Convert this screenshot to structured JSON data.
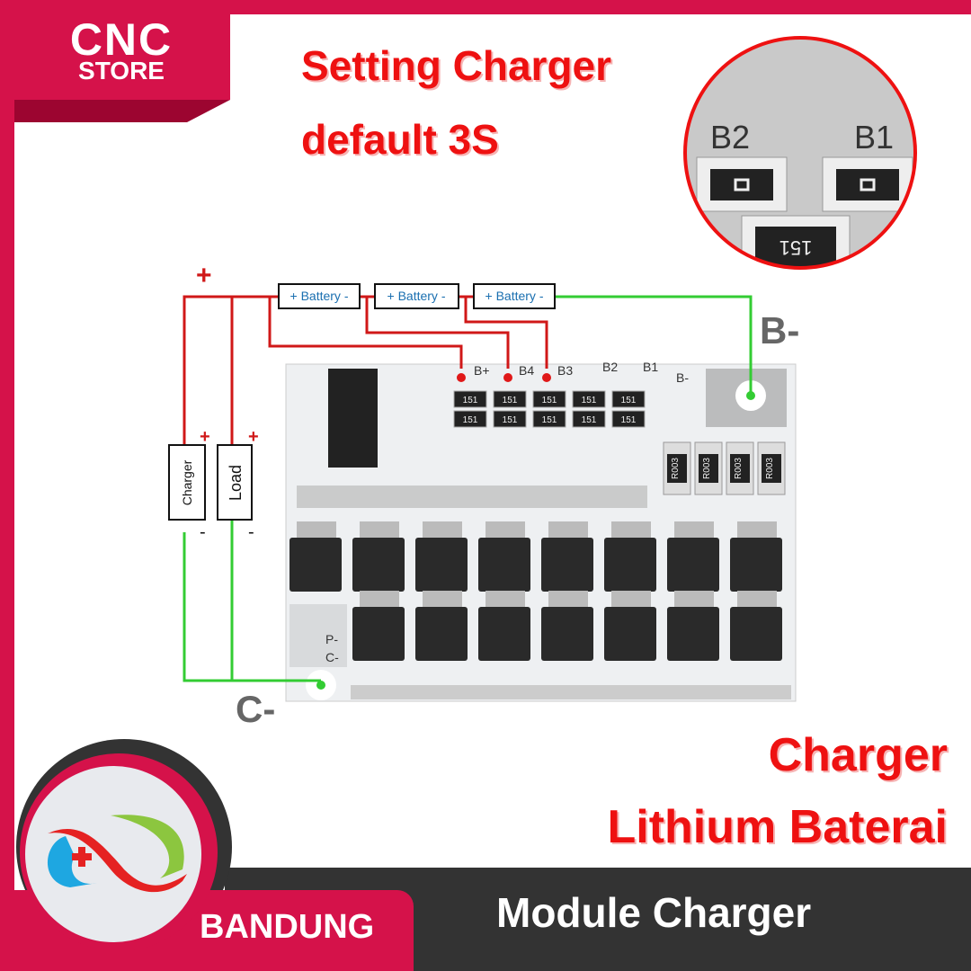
{
  "brand": {
    "line1": "CNC",
    "line2": "STORE",
    "city": "BANDUNG"
  },
  "headline": {
    "line1": "Setting Charger",
    "line2": "default 3S"
  },
  "zoom_inset": {
    "label_b2": "B2",
    "label_b1": "B1",
    "resistor": "151"
  },
  "diagram": {
    "plus": "+",
    "battery_label": "+ Battery -",
    "b_minus": "B-",
    "c_minus": "C-",
    "charger": "Charger",
    "load": "Load",
    "plus_small": "+",
    "minus_small": "-",
    "pcb_labels": {
      "bplus": "B+",
      "b4": "B4",
      "b3": "B3",
      "b2": "B2",
      "b1": "B1",
      "bminus": "B-",
      "p": "P-",
      "c": "C-",
      "shunt": "R003",
      "res": "151"
    }
  },
  "product": {
    "line1": "Charger",
    "line2": "Lithium Baterai",
    "category": "Module Charger"
  },
  "colors": {
    "crimson": "#d5124a",
    "red": "#ee1111",
    "green": "#33cc33",
    "dark": "#333333"
  }
}
